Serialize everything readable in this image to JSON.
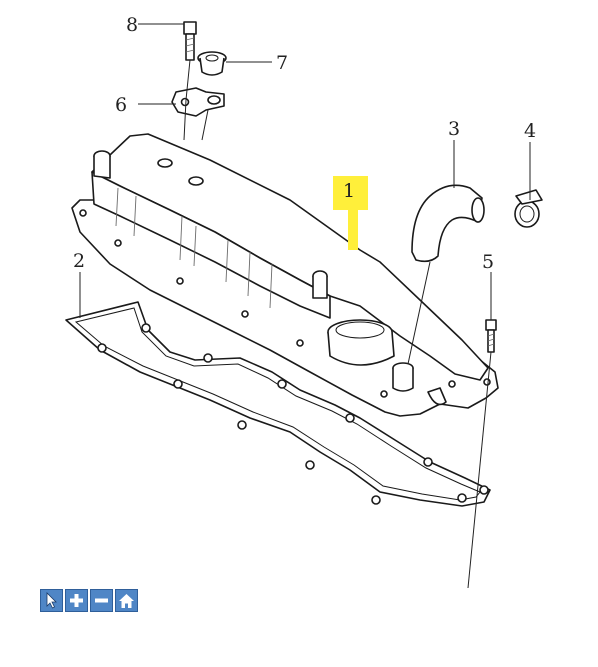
{
  "callouts": {
    "c1": "1",
    "c2": "2",
    "c3": "3",
    "c4": "4",
    "c5": "5",
    "c6": "6",
    "c7": "7",
    "c8": "8"
  },
  "highlight_color": "#ffef3a",
  "toolbar": {
    "buttons": [
      "pointer-icon",
      "zoom-in-icon",
      "zoom-out-icon",
      "home-icon"
    ],
    "button_color": "#4f86c6"
  }
}
